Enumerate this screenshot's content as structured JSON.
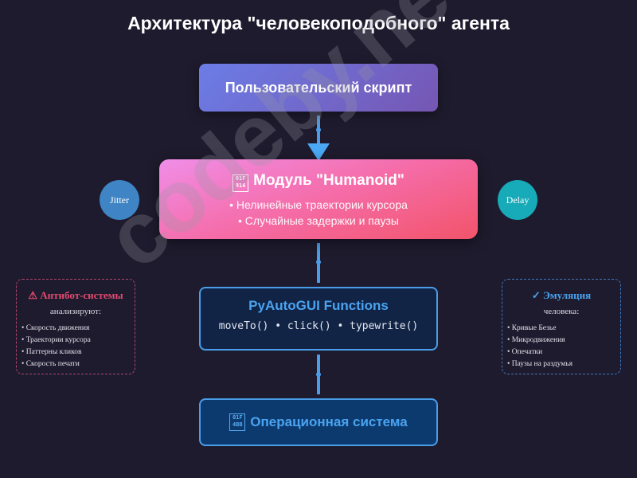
{
  "title": "Архитектура \"человекоподобного\" агента",
  "nodes": {
    "script": {
      "label": "Пользовательский скрипт"
    },
    "humanoid": {
      "icon": "robot-icon",
      "icon_fallback": "01F\n916",
      "label": "Модуль \"Humanoid\"",
      "items": [
        "• Нелинейные траектории курсора",
        "• Случайные задержки и паузы"
      ]
    },
    "pyautogui": {
      "label": "PyAutoGUI Functions",
      "code": "moveTo() • click() • typewrite()"
    },
    "os": {
      "icon": "computer-icon",
      "icon_fallback": "01F\n4BB",
      "label": "Операционная система"
    }
  },
  "satellites": {
    "jitter": "Jitter",
    "delay": "Delay"
  },
  "antibot": {
    "title": "⚠ Антибот-системы",
    "subtitle": "анализируют:",
    "items": [
      "• Скорость движения",
      "• Траектории курсора",
      "• Паттерны кликов",
      "• Скорость печати"
    ]
  },
  "emulation": {
    "title": "✓ Эмуляция",
    "subtitle": "человека:",
    "items": [
      "• Кривые Безье",
      "• Микродвижения",
      "• Опечатки",
      "• Паузы на раздумья"
    ]
  },
  "watermark": "codeby.net",
  "colors": {
    "background": "#1e1b2e",
    "accent_blue": "#4a9de8",
    "antibot_red": "#e24a6e",
    "jitter": "#3f84c4",
    "delay": "#17aab8"
  }
}
